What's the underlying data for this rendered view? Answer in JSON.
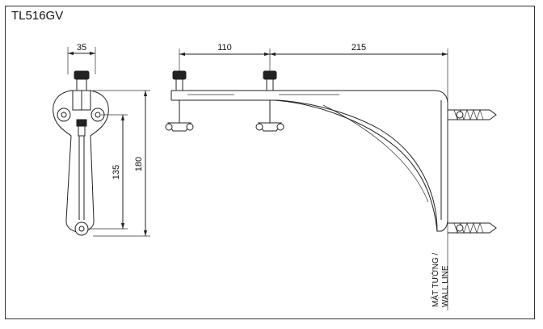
{
  "title": "TL516GV",
  "dimensions": {
    "width_front": "35",
    "height_front": "180",
    "hole_spacing": "135",
    "bolt_spacing": "110",
    "arm_length": "215"
  },
  "labels": {
    "wall_line_vn": "MẶT TƯỜNG /",
    "wall_line_en": "WALL LINE"
  },
  "colors": {
    "line": "#222222",
    "background": "#ffffff"
  }
}
